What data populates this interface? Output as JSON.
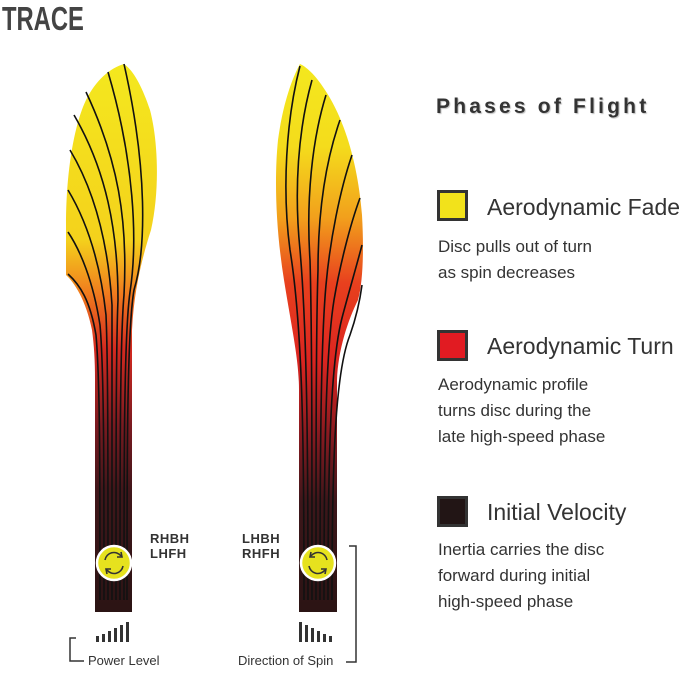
{
  "brand": "TRACE",
  "legend": {
    "title": "Phases of Flight",
    "items": [
      {
        "label": "Aerodynamic Fade",
        "color": "#f2e21b",
        "description": "Disc pulls out of turn\nas spin decreases"
      },
      {
        "label": "Aerodynamic Turn",
        "color": "#e11b22",
        "description": "Aerodynamic profile\nturns disc during the\nlate high-speed phase"
      },
      {
        "label": "Initial Velocity",
        "color": "#221515",
        "description": "Inertia carries the disc\nforward during initial\nhigh-speed phase"
      }
    ]
  },
  "left_flight": {
    "throw_label": "RHBH\nLHFH",
    "caption": "Power Level"
  },
  "right_flight": {
    "throw_label": "LHBH\nRHFH",
    "caption": "Direction of Spin"
  },
  "icons": {
    "spin": "circular-arrows-icon",
    "power": "ascending-bars-icon",
    "direction": "descending-bars-icon"
  }
}
